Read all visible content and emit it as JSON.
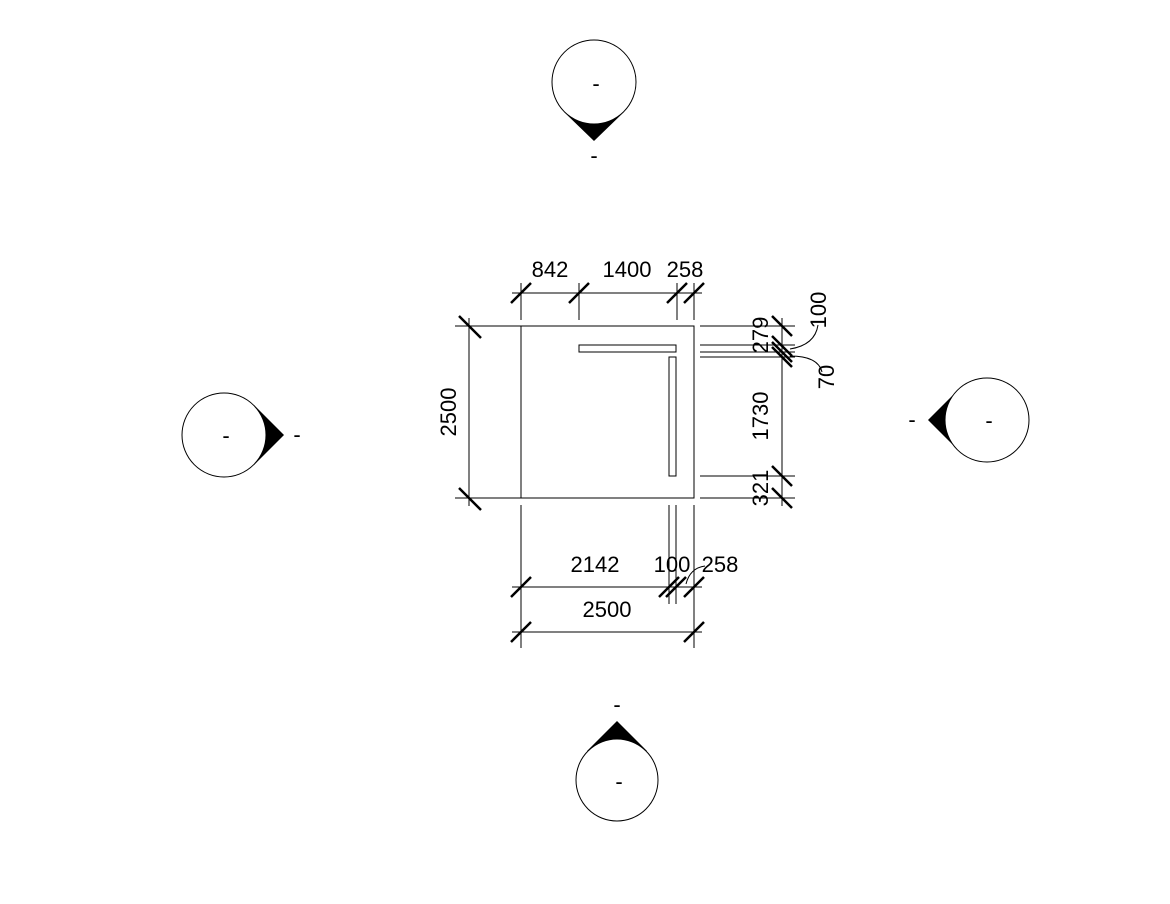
{
  "markers": {
    "top": {
      "inside": "-",
      "outside": "-"
    },
    "left": {
      "inside": "-",
      "outside": "-"
    },
    "right": {
      "inside": "-",
      "outside": "-"
    },
    "bottom": {
      "inside": "-",
      "outside": "-"
    }
  },
  "dimensions": {
    "top": [
      "842",
      "1400",
      "258"
    ],
    "left": "2500",
    "right": {
      "d279": "279",
      "d100": "100",
      "d70": "70",
      "d1730": "1730",
      "d321": "321"
    },
    "bottom": {
      "d2142": "2142",
      "d100": "100",
      "d258": "258",
      "total": "2500"
    }
  }
}
